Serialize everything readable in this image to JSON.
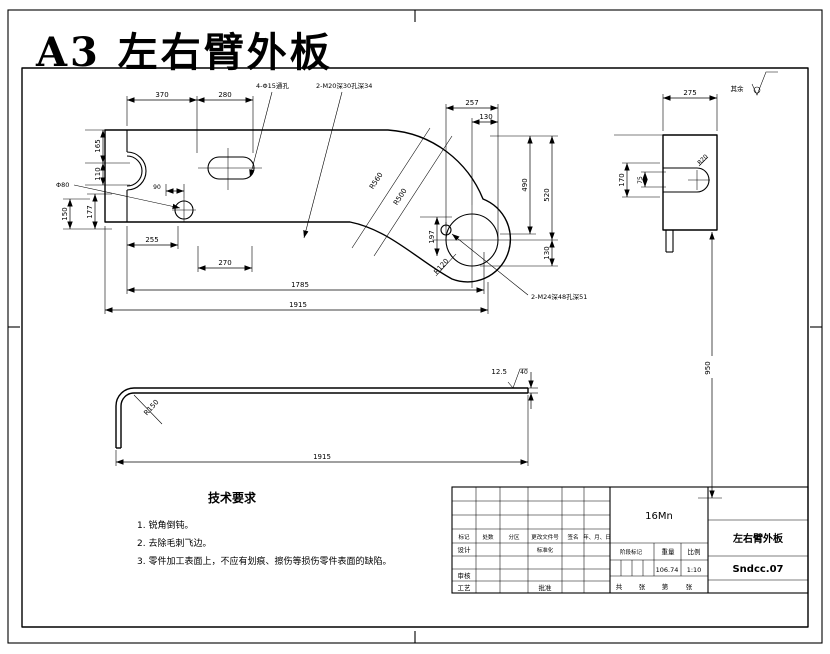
{
  "page_title": "A3 左右臂外板",
  "surface_note": {
    "rest_label": "其余"
  },
  "main_view": {
    "dims": {
      "d370": "370",
      "d280": "280",
      "d165": "165",
      "d110": "110",
      "d90": "90",
      "d150": "150",
      "d177": "177",
      "d255": "255",
      "d270": "270",
      "d1785": "1785",
      "d1915": "1915",
      "d197": "197",
      "d257": "257",
      "d130_top": "130",
      "d490": "490",
      "d520": "520",
      "d130_right": "130",
      "r560": "R560",
      "r500": "R500",
      "r120": "R120",
      "phi80": "Φ80"
    },
    "labels": {
      "holes_through": "4-Φ15通孔",
      "holes_counterbore": "2-M20深30孔深34",
      "holes_tapped": "2-M24深48孔深51"
    }
  },
  "side_view": {
    "dims": {
      "d275": "275",
      "d170": "170",
      "d75": "75",
      "d950": "950",
      "r20": "R20"
    }
  },
  "profile_view": {
    "dims": {
      "d1915": "1915",
      "r150": "R150",
      "d40": "40",
      "roughness": "12.5"
    }
  },
  "tech_req": {
    "title": "技术要求",
    "items": [
      "1. 锐角倒钝。",
      "2. 去除毛刺飞边。",
      "3. 零件加工表面上，不应有划痕、擦伤等损伤零件表面的缺陷。"
    ]
  },
  "title_block": {
    "material": "16Mn",
    "part_name": "左右臂外板",
    "drawing_no": "Sndcc.07",
    "weight": "106.74",
    "scale": "1:10",
    "header": [
      "标记",
      "处数",
      "分区",
      "更改文件号",
      "签名",
      "年、月、日"
    ],
    "roles": {
      "design": "设计",
      "standardize": "标准化",
      "review": "审核",
      "process": "工艺",
      "approve": "批准"
    },
    "stage_label": "阶段标记",
    "weight_label": "重量",
    "scale_label": "比例",
    "sheet": [
      "共",
      "张",
      "第",
      "张"
    ]
  }
}
